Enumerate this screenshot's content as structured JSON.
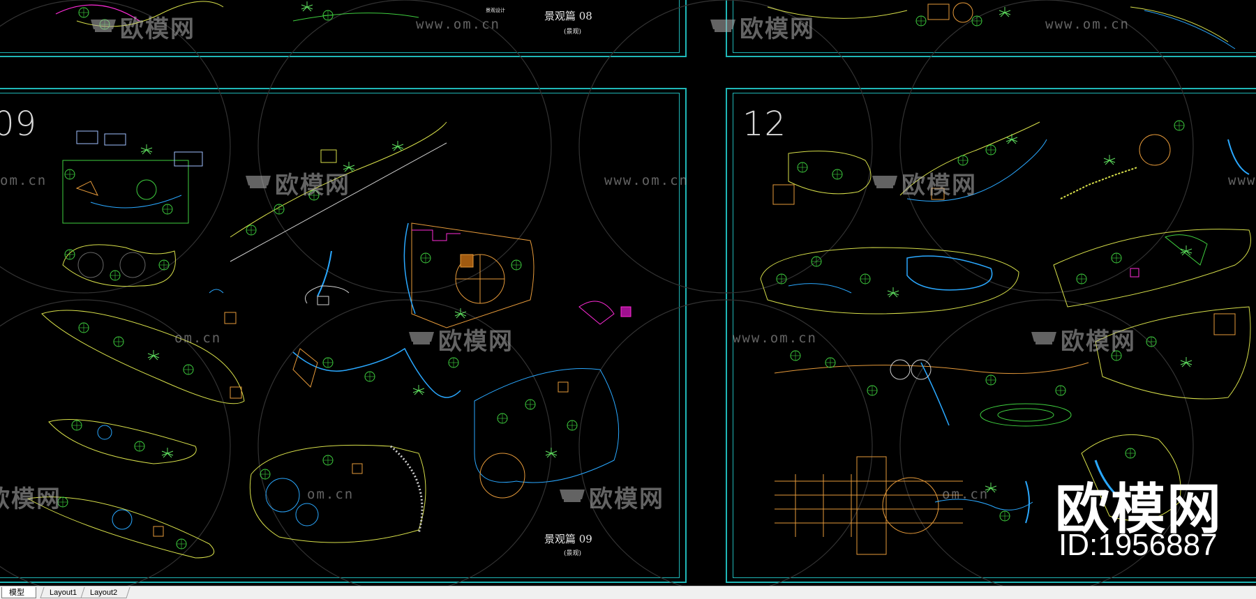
{
  "sheets": {
    "top_left_title": "景观篇 08",
    "top_left_subtitle": "(景观)",
    "top_left_small_label": "景观设计",
    "mid_left_number": "09",
    "mid_left_title": "景观篇 09",
    "mid_left_subtitle": "(景观)",
    "mid_right_number": "12"
  },
  "watermark": {
    "brand_cn": "欧模网",
    "url": "www.om.cn",
    "url_partial": "om.cn",
    "big_brand": "欧模网",
    "id_text": "ID:1956887"
  },
  "tabs": [
    {
      "label": "模型",
      "active": true
    },
    {
      "label": "Layout1",
      "active": false
    },
    {
      "label": "Layout2",
      "active": false
    }
  ],
  "colors": {
    "background": "#000000",
    "frame": "#1fb7b7",
    "tree_green": "#3fcf3f",
    "outline_yellow": "#d8e04a",
    "water_blue": "#2aa8ff",
    "accent_magenta": "#ff2bd8",
    "accent_orange": "#e69a3a"
  }
}
